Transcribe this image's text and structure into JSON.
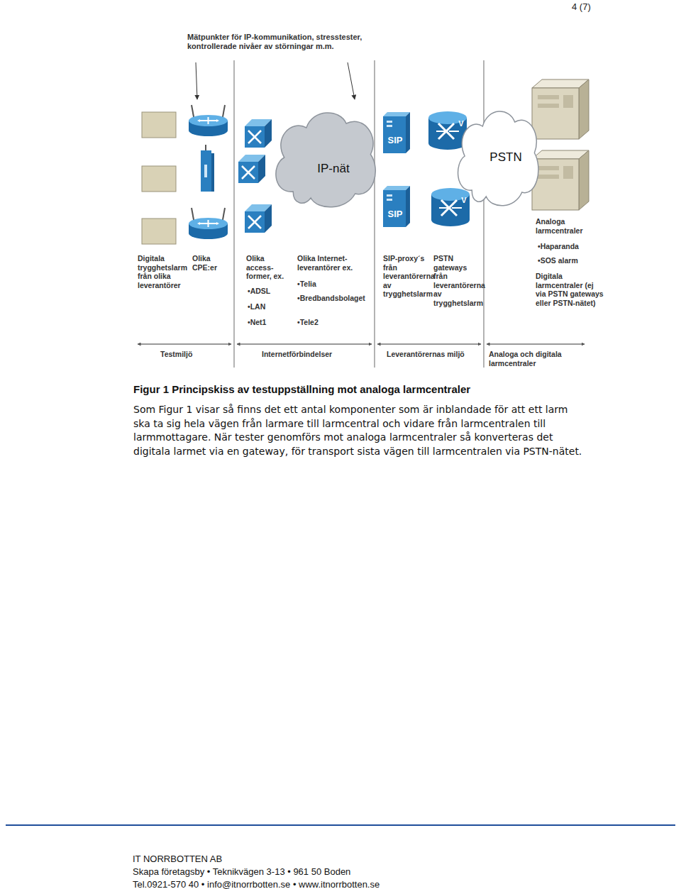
{
  "diagram": {
    "caption": "Figur 1 Principskiss av testuppställning mot analoga larmcentraler",
    "nodes": [
      {
        "text": [
          "IP-nät"
        ]
      },
      {
        "text": [
          "PSTN"
        ]
      }
    ],
    "labels": [
      "4 (7)",
      "Mätpunkter för IP-kommunikation, stresstester, kontrollerade nivåer av störningar m.m.",
      "Digitala trygghetslarm från olika leverantörer",
      "Olika CPE:er",
      "Olika access-former, ex.",
      "•ADSL",
      "•LAN",
      "•Net1",
      "Olika Internet-leverantörer ex.",
      "•Telia",
      "•Bredbandsbolaget",
      "•Tele2",
      "SIP-proxy´s från leverantörerna av trygghetslarm",
      "PSTN gateways från leverantörerna av trygghetslarm",
      "Analoga larmcentraler",
      "•Haparanda",
      "•SOS alarm",
      "Digitala larmcentraler (ej via PSTN gateways eller PSTN-nätet)",
      "Testmiljö",
      "Internetförbindelser",
      "Leverantörernas miljö",
      "Analoga och digitala larmcentraler",
      "Som Figur 1 visar så finns det ett antal komponenter som är inblandade för att ett larm ska ta sig hela vägen från larmare till larmcentral och vidare från larmcentralen till larmmottagare. När tester genomförs mot analoga larmcentraler så konverteras det digitala larmet via en gateway, för transport sista vägen till larmcentralen via PSTN-nätet.",
      "IT NORRBOTTEN AB",
      "Skapa företagsby • Teknikvägen 3-13 • 961 50 Boden",
      "Tel.0921-570 40 • info@itnorrbotten.se • www.itnorrbotten.se",
      "SIP",
      "SIP",
      "V",
      "V"
    ]
  }
}
